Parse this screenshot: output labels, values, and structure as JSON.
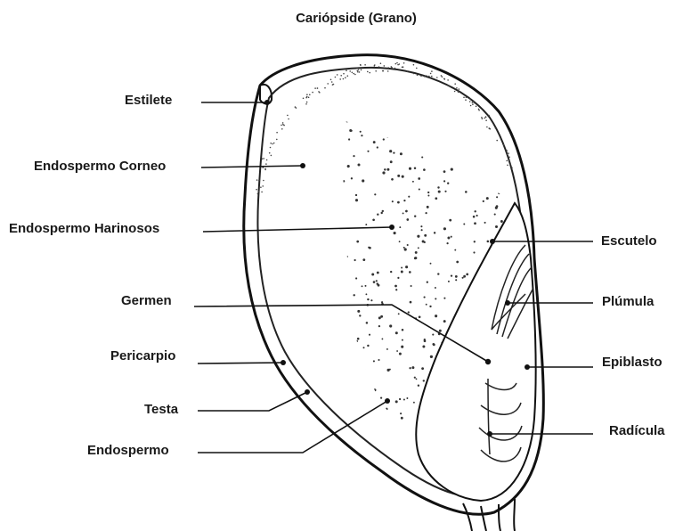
{
  "title": "Cariópside (Grano)",
  "labels": {
    "estilete": "Estilete",
    "endospermo_corneo": "Endospermo Corneo",
    "endospermo_harinosos": "Endospermo Harinosos",
    "germen": "Germen",
    "pericarpio": "Pericarpio",
    "testa": "Testa",
    "endospermo": "Endospermo",
    "escutelo": "Escutelo",
    "plumula": "Plúmula",
    "epiblasto": "Epiblasto",
    "radicula": "Radícula"
  }
}
